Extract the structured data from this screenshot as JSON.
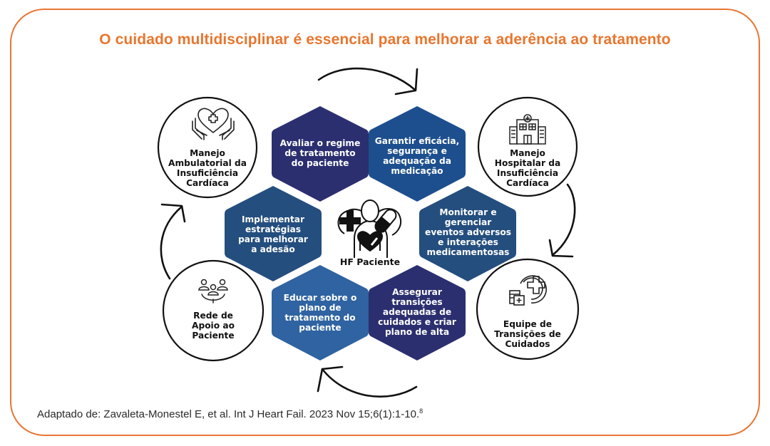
{
  "title": "O cuidado multidisciplinar é essencial para melhorar a aderência ao tratamento",
  "center": {
    "label": "HF Paciente",
    "icon": "patient-heart-pill-icon"
  },
  "hexagons": [
    {
      "id": "top-left",
      "text": "Avaliar o regime de tratamento do paciente",
      "lines": [
        "Avaliar o regime",
        "de tratamento",
        "do paciente"
      ],
      "color": "#2b2f6f"
    },
    {
      "id": "top-right",
      "text": "Garantir eficácia, segurança e adequação da medicação",
      "lines": [
        "Garantir eficácia,",
        "segurança e",
        "adequação da",
        "medicação"
      ],
      "color": "#1d4f8e"
    },
    {
      "id": "middle-left",
      "text": "Implementar estratégias para melhorar a adesão",
      "lines": [
        "Implementar",
        "estratégias",
        "para melhorar",
        "a adesão"
      ],
      "color": "#244e7e"
    },
    {
      "id": "middle-right",
      "text": "Monitorar e gerenciar eventos adversos e interações medicamentosas",
      "lines": [
        "Monitorar e",
        "gerenciar",
        "eventos adversos",
        "e interações",
        "medicamentosas"
      ],
      "color": "#244e7e"
    },
    {
      "id": "bottom-left",
      "text": "Educar sobre o plano de tratamento do paciente",
      "lines": [
        "Educar sobre o",
        "plano de",
        "tratamento do",
        "paciente"
      ],
      "color": "#2f63a1"
    },
    {
      "id": "bottom-right",
      "text": "Assegurar transições adequadas de cuidados e criar plano de alta",
      "lines": [
        "Assegurar",
        "transições",
        "adequadas de",
        "cuidados e criar",
        "plano de alta"
      ],
      "color": "#2b2f6f"
    }
  ],
  "circles": [
    {
      "id": "top-left",
      "icon": "heart-hands-icon",
      "lines": [
        "Manejo",
        "Ambulatorial da",
        "Insuficiência",
        "Cardíaca"
      ]
    },
    {
      "id": "top-right",
      "icon": "hospital-icon",
      "lines": [
        "Manejo",
        "Hospitalar da",
        "Insuficiência",
        "Cardíaca"
      ]
    },
    {
      "id": "bottom-left",
      "icon": "support-network-icon",
      "lines": [
        "Rede de",
        "Apoio ao",
        "Paciente"
      ]
    },
    {
      "id": "bottom-right",
      "icon": "care-transition-icon",
      "lines": [
        "Equipe de",
        "Transições de",
        "Cuidados"
      ]
    }
  ],
  "arrows": [
    "clockwise-top",
    "clockwise-right",
    "clockwise-bottom",
    "clockwise-left"
  ],
  "citation": {
    "text": "Adaptado de: Zavaleta-Monestel E, et al. Int J Heart Fail. 2023 Nov 15;6(1):1-10.",
    "superscript": "8"
  },
  "colors": {
    "frame": "#e87632",
    "title": "#e8762f"
  }
}
